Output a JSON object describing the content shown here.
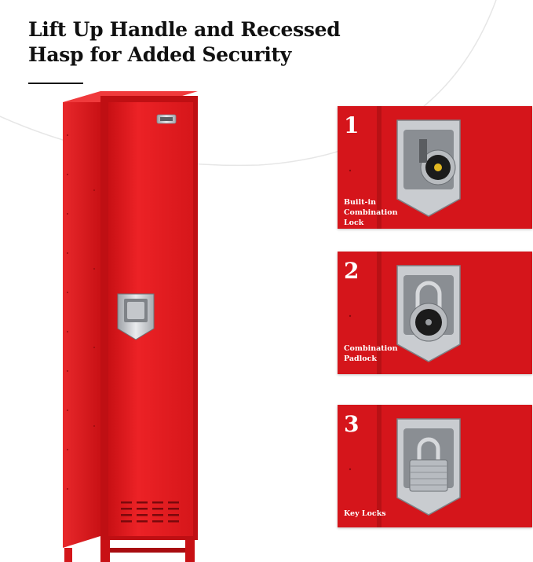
{
  "headline": {
    "line1": "Lift Up Handle and Recessed",
    "line2": "Hasp for Added Security"
  },
  "colors": {
    "locker_red": "#e0191c",
    "locker_dark": "#b40f12",
    "panel_red": "#d5151b",
    "steel": "#c9ccd0"
  },
  "options": [
    {
      "number": "1",
      "label_line1": "Built-in",
      "label_line2": "Combination Lock",
      "icon": "combination-lock-icon"
    },
    {
      "number": "2",
      "label_line1": "Combination",
      "label_line2": "Padlock",
      "icon": "combination-padlock-icon"
    },
    {
      "number": "3",
      "label_line1": "Key Locks",
      "label_line2": "",
      "icon": "key-padlock-icon"
    }
  ]
}
